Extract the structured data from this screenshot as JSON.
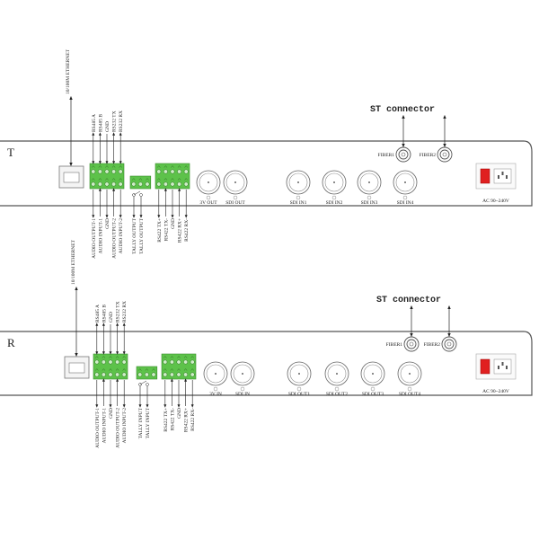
{
  "panels": [
    {
      "id": "transmitter",
      "panel_label": "T",
      "ethernet_label": "10/100M ETHERNET",
      "top_terminal_labels": [
        "RS485 A",
        "RS485 B",
        "GND",
        "RS232 TX",
        "RS232 RX"
      ],
      "bottom_terminal_labels": [
        "AUDIO OUTPUT-1",
        "AUDIO INPUT-1",
        "GND",
        "AUDIO OUTPUT-2",
        "AUDIO INPUT-2"
      ],
      "tally_labels": [
        "TALLY OUTPUT",
        "TALLY OUTPUT"
      ],
      "rs422_labels": [
        "RS422 TX+",
        "RS422 TX-",
        "GND",
        "RS422 RX+",
        "RS422 RX-"
      ],
      "bnc_labels": [
        "3V OUT",
        "SDI OUT",
        "SDI IN1",
        "SDI IN2",
        "SDI IN3",
        "SDI IN4"
      ],
      "fiber_labels": [
        "FIBER1",
        "FIBER2"
      ],
      "st_connector_label": "ST connector",
      "power_label": "AC 90~240V"
    },
    {
      "id": "receiver",
      "panel_label": "R",
      "ethernet_label": "10/100M ETHERNET",
      "top_terminal_labels": [
        "RS485 A",
        "RS485 B",
        "GND",
        "RS232 TX",
        "RS232 RX"
      ],
      "bottom_terminal_labels": [
        "AUDIO OUTPUT-1",
        "AUDIO INPUT-1",
        "GND",
        "AUDIO OUTPUT-2",
        "AUDIO INPUT-2"
      ],
      "tally_labels": [
        "TALLY INPUT",
        "TALLY INPUT"
      ],
      "rs422_labels": [
        "RS422 TX+",
        "RS422 TX-",
        "GND",
        "RS422 RX+",
        "RS422 RX-"
      ],
      "bnc_labels": [
        "3V IN",
        "SDI IN",
        "SDI OUT1",
        "SDI OUT2",
        "SDI OUT3",
        "SDI OUT4"
      ],
      "fiber_labels": [
        "FIBER1",
        "FIBER2"
      ],
      "st_connector_label": "ST connector",
      "power_label": "AC 90~240V"
    }
  ],
  "colors": {
    "terminal": "#5dc24a",
    "switch": "#e02020",
    "line": "#555555"
  }
}
